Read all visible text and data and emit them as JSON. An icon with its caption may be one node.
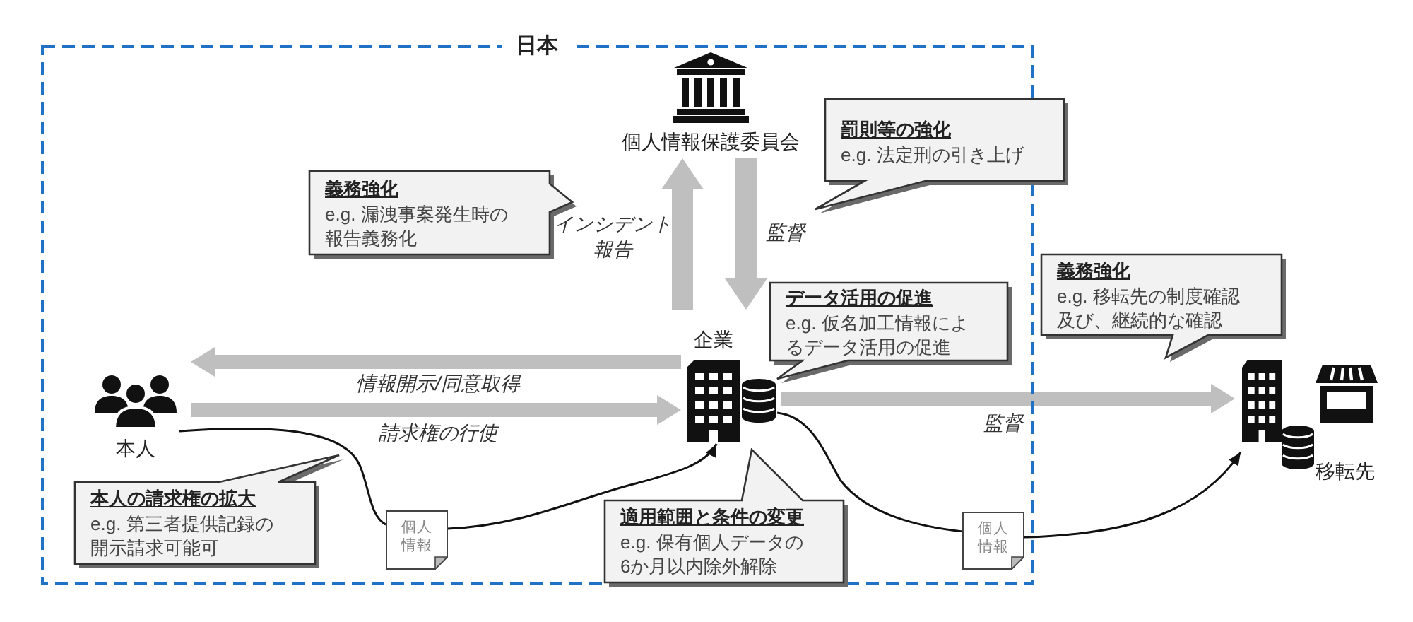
{
  "diagram": {
    "nodes": [
      {
        "text": [
          "日本"
        ]
      },
      {
        "text": [
          "個人情報保護委員会"
        ],
        "in": 0
      },
      {
        "text": [
          "企業"
        ],
        "in": 0
      },
      {
        "text": [
          "本人"
        ],
        "in": 0
      },
      {
        "text": [
          "移転先"
        ]
      },
      {
        "text": [
          "個人情報"
        ],
        "in": 0
      },
      {
        "text": [
          "個人情報"
        ],
        "in": 0
      },
      {
        "text": [
          "義務強化",
          "e.g. 漏洩事案発生時の報告義務化"
        ],
        "in": 0
      },
      {
        "text": [
          "罰則等の強化",
          "e.g. 法定刑の引き上げ"
        ]
      },
      {
        "text": [
          "データ活用の促進",
          "e.g. 仮名加工情報によるデータ活用の促進"
        ],
        "in": 0
      },
      {
        "text": [
          "義務強化",
          "e.g. 移転先の制度確認及び、継続的な確認"
        ]
      },
      {
        "text": [
          "本人の請求権の拡大",
          "e.g. 第三者提供記録の開示請求可能可"
        ],
        "in": 0
      },
      {
        "text": [
          "適用範囲と条件の変更",
          "e.g. 保有個人データの6か月以内除外解除"
        ],
        "in": 0
      }
    ],
    "edges": [
      {
        "from": 2,
        "to": 1,
        "arrow": "to",
        "label": "インシデント報告"
      },
      {
        "from": 1,
        "to": 2,
        "arrow": "to",
        "label": "監督"
      },
      {
        "from": 2,
        "to": 3,
        "arrow": "to",
        "label": "情報開示/同意取得"
      },
      {
        "from": 3,
        "to": 2,
        "arrow": "to",
        "label": "請求権の行使"
      },
      {
        "from": 2,
        "to": 4,
        "arrow": "to",
        "label": "監督"
      },
      {
        "from": 3,
        "to": 5,
        "arrow": "none",
        "color": "#111111"
      },
      {
        "from": 5,
        "to": 2,
        "arrow": "to",
        "color": "#111111"
      },
      {
        "from": 2,
        "to": 6,
        "arrow": "none",
        "color": "#111111"
      },
      {
        "from": 6,
        "to": 4,
        "arrow": "to",
        "color": "#111111"
      }
    ]
  }
}
